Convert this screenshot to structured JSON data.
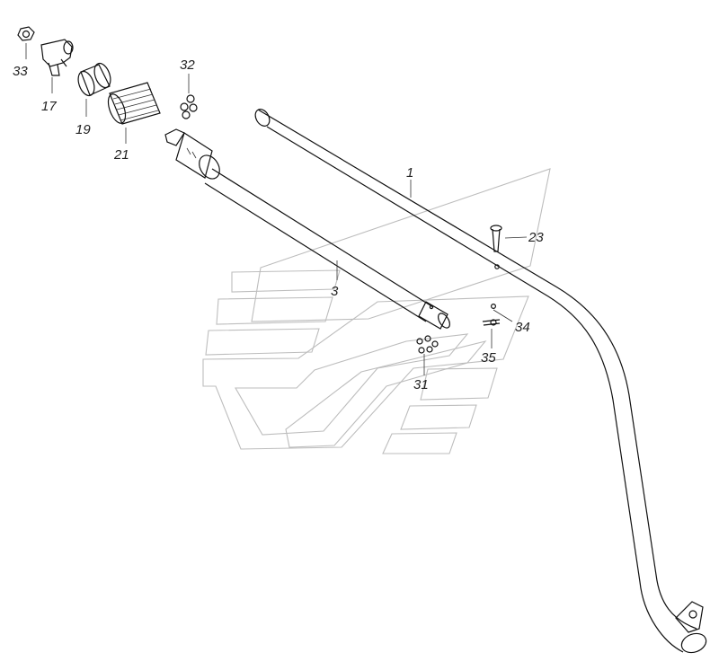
{
  "diagram": {
    "callouts": {
      "c1": "1",
      "c3": "3",
      "c17": "17",
      "c19": "19",
      "c21": "21",
      "c23": "23",
      "c31": "31",
      "c32": "32",
      "c33": "33",
      "c34": "34",
      "c35": "35"
    },
    "colors": {
      "ink": "#111111",
      "watermark": "#bdbdbd",
      "background": "#ffffff"
    }
  }
}
